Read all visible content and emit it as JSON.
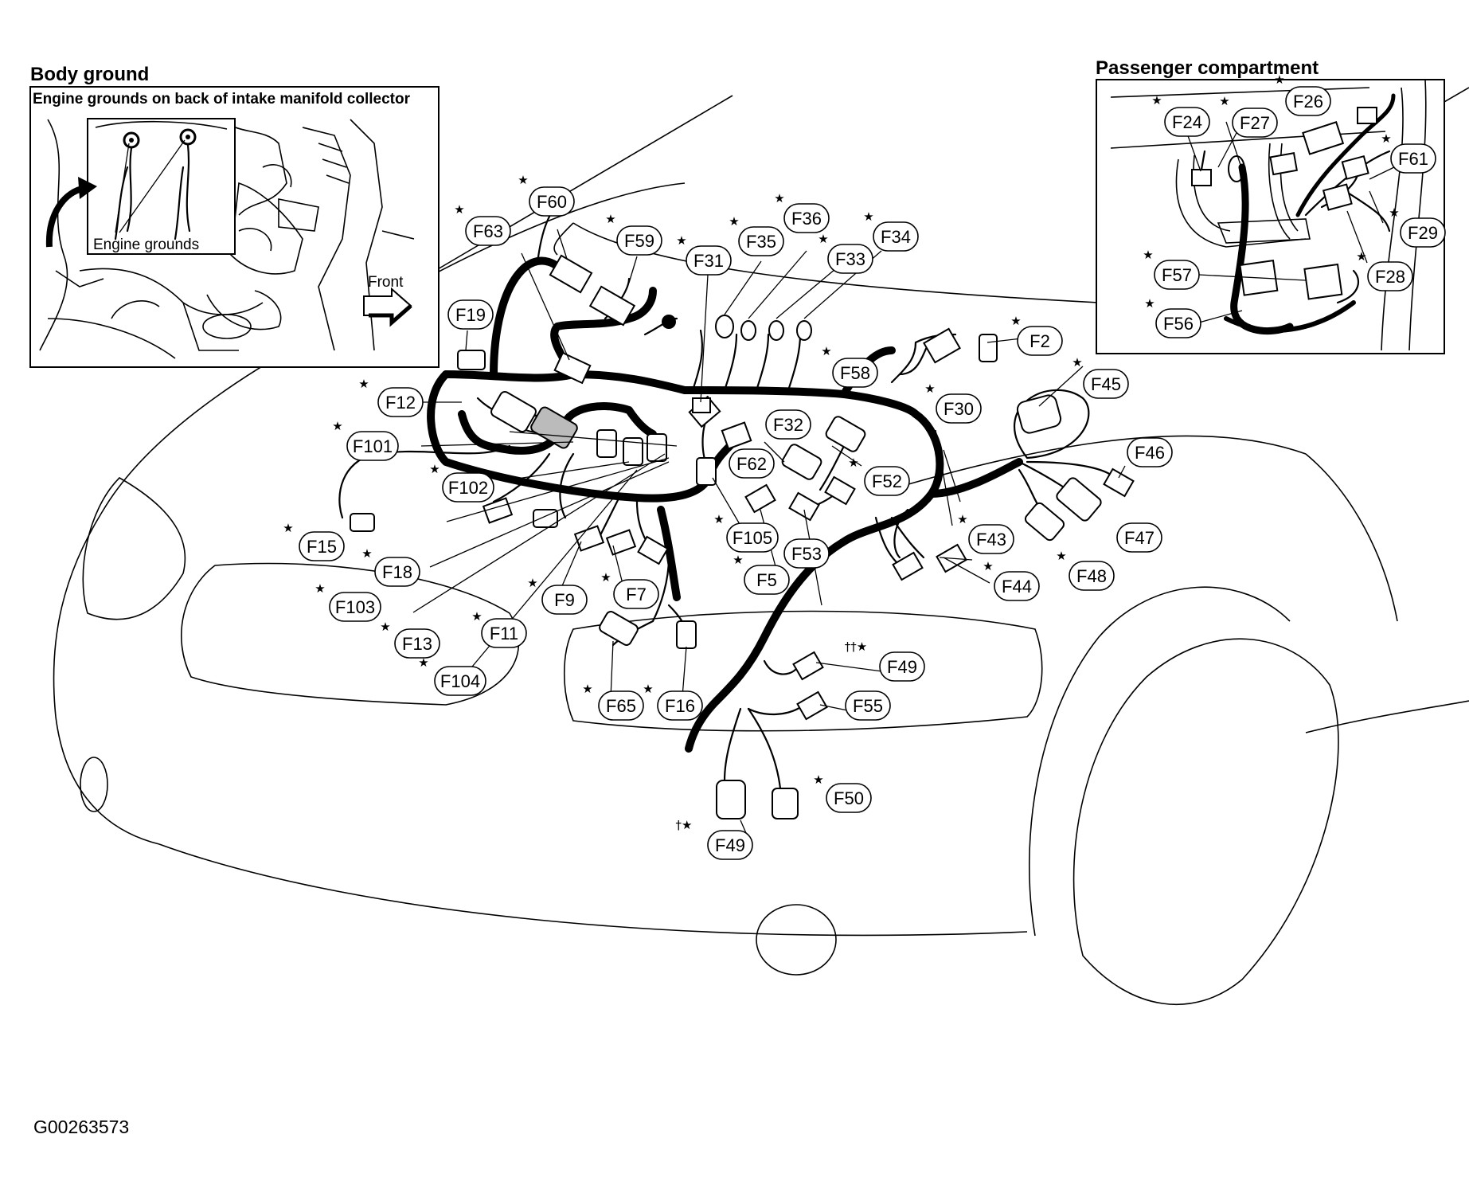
{
  "inset_left": {
    "title": "Body ground",
    "subtitle": "Engine grounds on back of intake manifold collector",
    "callout": "Engine grounds",
    "arrow_label": "Front"
  },
  "inset_right": {
    "title": "Passenger compartment"
  },
  "figure_code": "G00263573",
  "marks": {
    "star": "★",
    "dagger_star": "†★",
    "double_dagger_star": "††★"
  },
  "connectors": [
    {
      "id": "F63",
      "label": "F63",
      "mark": "star"
    },
    {
      "id": "F60",
      "label": "F60",
      "mark": "star"
    },
    {
      "id": "F59",
      "label": "F59",
      "mark": "star"
    },
    {
      "id": "F31",
      "label": "F31",
      "mark": "star"
    },
    {
      "id": "F35",
      "label": "F35",
      "mark": "star"
    },
    {
      "id": "F36",
      "label": "F36",
      "mark": "star"
    },
    {
      "id": "F33",
      "label": "F33",
      "mark": "star"
    },
    {
      "id": "F34",
      "label": "F34",
      "mark": "star"
    },
    {
      "id": "F19",
      "label": "F19",
      "mark": ""
    },
    {
      "id": "F2",
      "label": "F2",
      "mark": "star"
    },
    {
      "id": "F58",
      "label": "F58",
      "mark": "star"
    },
    {
      "id": "F45",
      "label": "F45",
      "mark": "star"
    },
    {
      "id": "F12",
      "label": "F12",
      "mark": "star"
    },
    {
      "id": "F30",
      "label": "F30",
      "mark": "star"
    },
    {
      "id": "F32",
      "label": "F32",
      "mark": ""
    },
    {
      "id": "F101",
      "label": "F101",
      "mark": "star"
    },
    {
      "id": "F62",
      "label": "F62",
      "mark": ""
    },
    {
      "id": "F52",
      "label": "F52",
      "mark": "star"
    },
    {
      "id": "F46",
      "label": "F46",
      "mark": ""
    },
    {
      "id": "F102",
      "label": "F102",
      "mark": "star"
    },
    {
      "id": "F105",
      "label": "F105",
      "mark": "star"
    },
    {
      "id": "F53",
      "label": "F53",
      "mark": ""
    },
    {
      "id": "F43",
      "label": "F43",
      "mark": "star"
    },
    {
      "id": "F47",
      "label": "F47",
      "mark": ""
    },
    {
      "id": "F15",
      "label": "F15",
      "mark": "star"
    },
    {
      "id": "F18",
      "label": "F18",
      "mark": "star"
    },
    {
      "id": "F5",
      "label": "F5",
      "mark": "star"
    },
    {
      "id": "F48",
      "label": "F48",
      "mark": "star"
    },
    {
      "id": "F9",
      "label": "F9",
      "mark": "star"
    },
    {
      "id": "F7",
      "label": "F7",
      "mark": "star"
    },
    {
      "id": "F44",
      "label": "F44",
      "mark": "star"
    },
    {
      "id": "F103",
      "label": "F103",
      "mark": "star"
    },
    {
      "id": "F11",
      "label": "F11",
      "mark": "star"
    },
    {
      "id": "F13",
      "label": "F13",
      "mark": "star"
    },
    {
      "id": "F49a",
      "label": "F49",
      "mark": "double_dagger_star"
    },
    {
      "id": "F104",
      "label": "F104",
      "mark": "star"
    },
    {
      "id": "F65",
      "label": "F65",
      "mark": "star"
    },
    {
      "id": "F16",
      "label": "F16",
      "mark": "star"
    },
    {
      "id": "F55",
      "label": "F55",
      "mark": ""
    },
    {
      "id": "F50",
      "label": "F50",
      "mark": "star"
    },
    {
      "id": "F49b",
      "label": "F49",
      "mark": "dagger_star"
    },
    {
      "id": "F26",
      "label": "F26",
      "mark": "star"
    },
    {
      "id": "F24",
      "label": "F24",
      "mark": "star"
    },
    {
      "id": "F27",
      "label": "F27",
      "mark": "star"
    },
    {
      "id": "F61",
      "label": "F61",
      "mark": "star"
    },
    {
      "id": "F29",
      "label": "F29",
      "mark": "star"
    },
    {
      "id": "F57",
      "label": "F57",
      "mark": "star"
    },
    {
      "id": "F28",
      "label": "F28",
      "mark": "star"
    },
    {
      "id": "F56",
      "label": "F56",
      "mark": "star"
    }
  ]
}
